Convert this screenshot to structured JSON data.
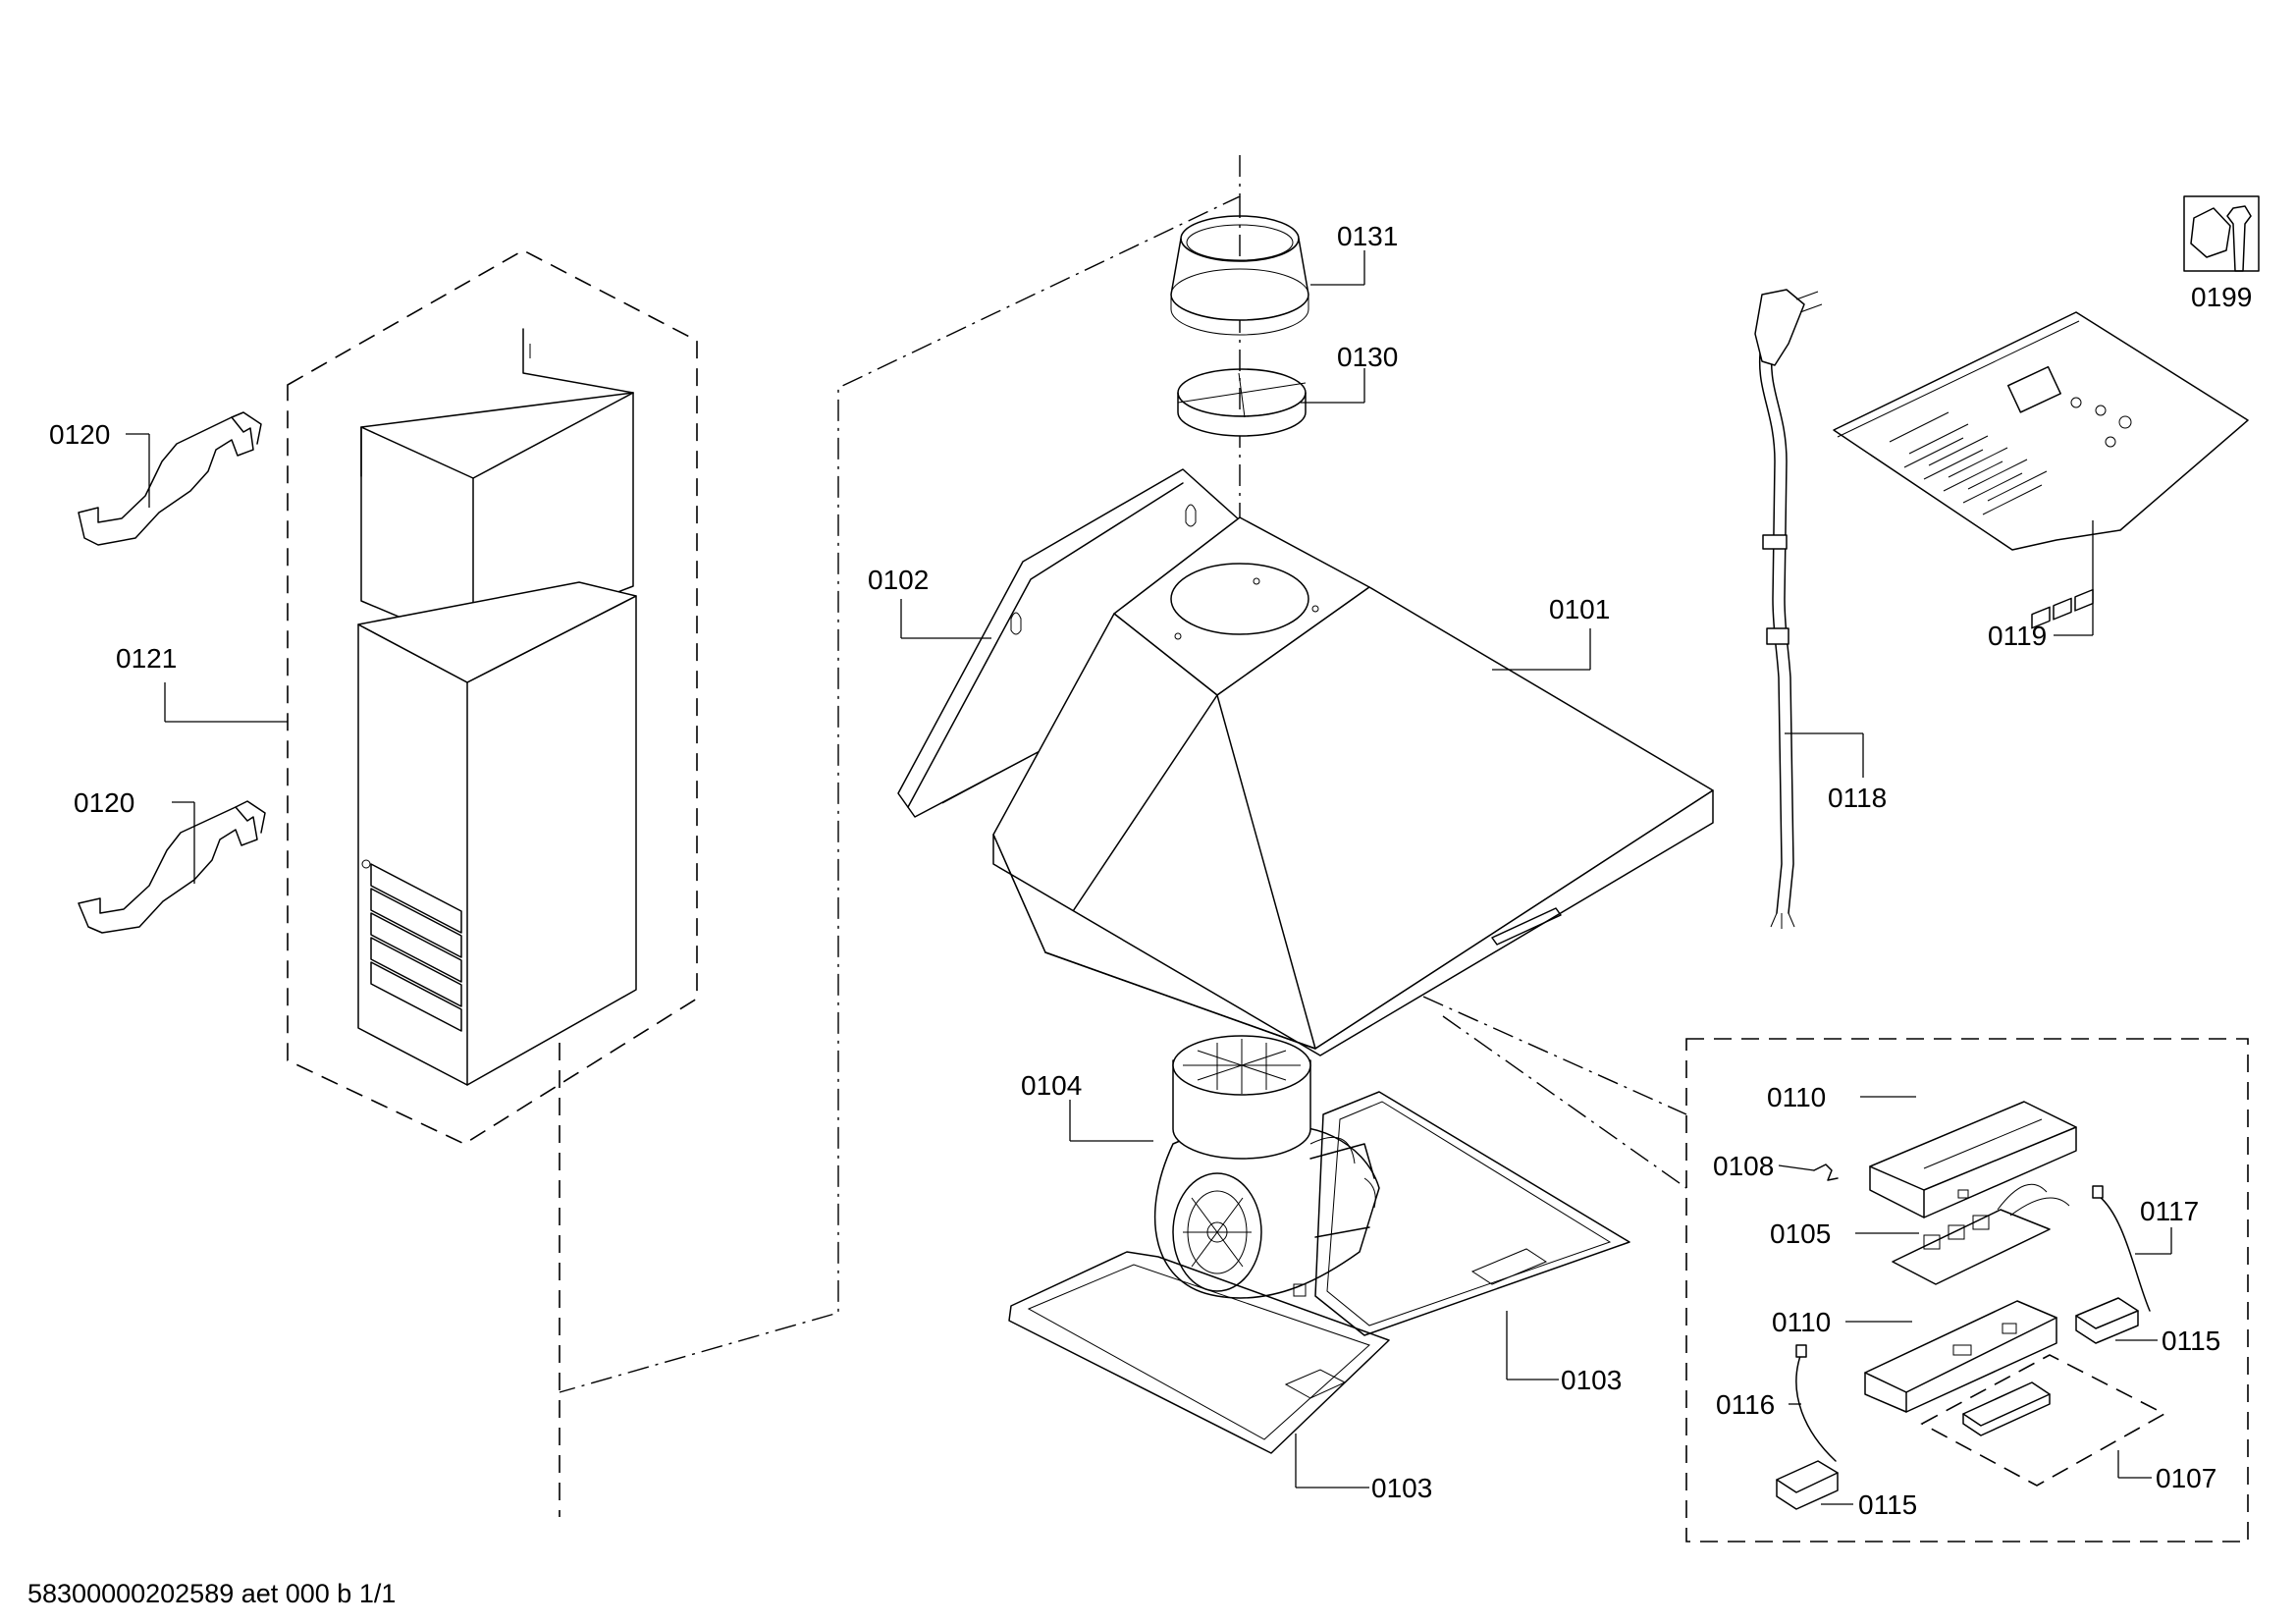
{
  "diagram": {
    "labels": {
      "p0101": "0101",
      "p0102": "0102",
      "p0103a": "0103",
      "p0103b": "0103",
      "p0104": "0104",
      "p0105": "0105",
      "p0107": "0107",
      "p0108": "0108",
      "p0110a": "0110",
      "p0110b": "0110",
      "p0115a": "0115",
      "p0115b": "0115",
      "p0116": "0116",
      "p0117": "0117",
      "p0118": "0118",
      "p0119": "0119",
      "p0120a": "0120",
      "p0120b": "0120",
      "p0121": "0121",
      "p0130": "0130",
      "p0131": "0131",
      "p0199": "0199"
    },
    "footer": "58300000202589 aet 000 b 1/1",
    "service_icon": "hex-nut-wrench-icon"
  }
}
